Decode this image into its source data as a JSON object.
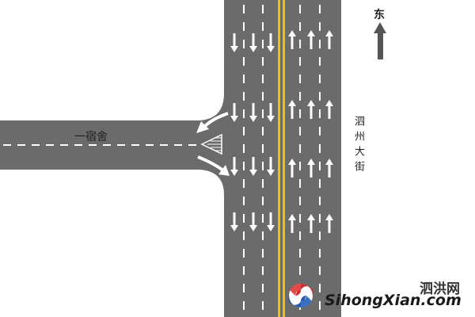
{
  "diagram": {
    "side_road_label": "一宿舍",
    "main_road_label": "泗州大街",
    "direction_label": "东",
    "direction_icon": "up-arrow-icon"
  },
  "watermark": {
    "site_name_cn": "泗洪网",
    "site_url": "SihongXian.com",
    "logo_icon": "s-swirl-logo-icon"
  },
  "colors": {
    "road": "#6b6b6b",
    "lane_marking": "#ffffff",
    "center_line": "#f2c100",
    "background": "#ffffff",
    "logo_red": "#d42b2b",
    "logo_blue": "#2a5aa8"
  }
}
